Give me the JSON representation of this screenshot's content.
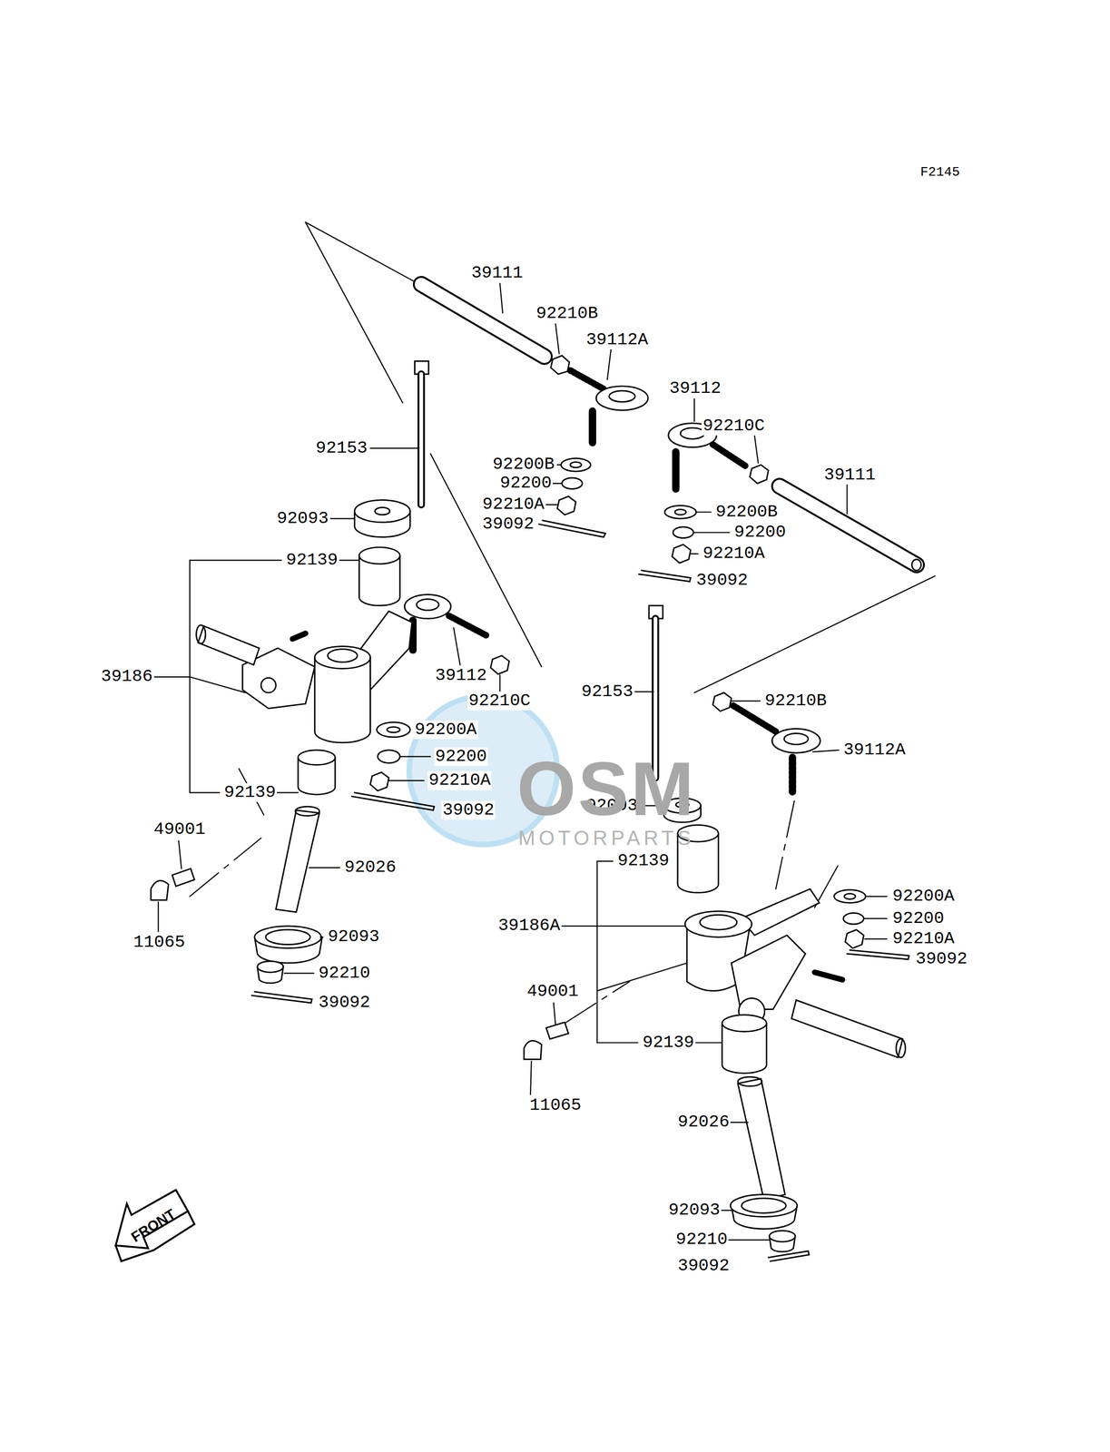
{
  "diagram": {
    "labels": [
      "F2145",
      "39111",
      "92210B",
      "39112A",
      "39112",
      "92153",
      "92200B",
      "92210C",
      "39111",
      "92200",
      "92210A",
      "39092",
      "92200B",
      "92093",
      "92200",
      "92210A",
      "92139",
      "39092",
      "39186",
      "39112",
      "92210C",
      "92153",
      "92210B",
      "92200A",
      "39112A",
      "92200",
      "92210A",
      "92139",
      "92093",
      "39092",
      "49001",
      "92026",
      "92139",
      "92200A",
      "92200",
      "92210A",
      "11065",
      "92093",
      "39186A",
      "39092",
      "92210",
      "49001",
      "39092",
      "92139",
      "11065",
      "92026",
      "92093",
      "92210",
      "39092",
      "FRONT",
      "OSM",
      "MOTORPARTS"
    ]
  }
}
